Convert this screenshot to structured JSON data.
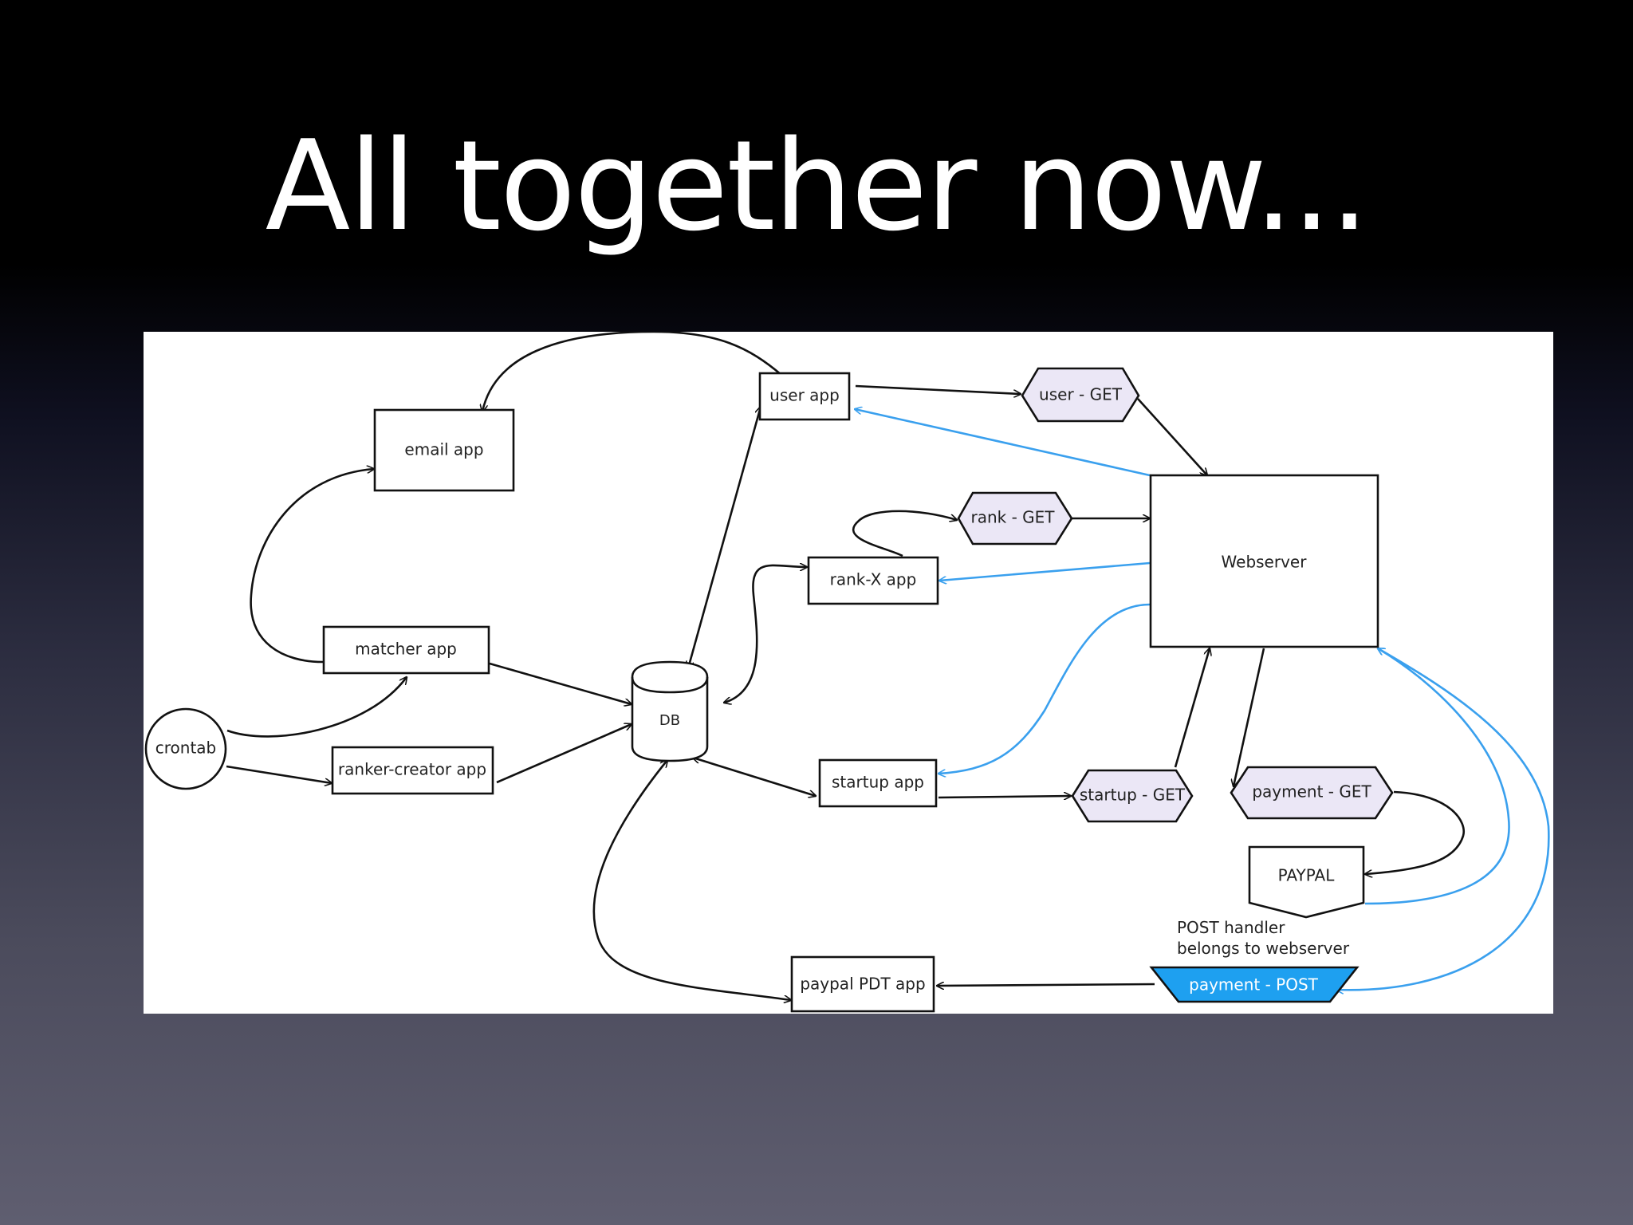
{
  "slide": {
    "title": "All together now..."
  },
  "diagram": {
    "nodes": {
      "email_app": "email app",
      "user_app": "user app",
      "user_get": "user - GET",
      "rank_get": "rank - GET",
      "rank_x_app": "rank-X app",
      "webserver": "Webserver",
      "matcher_app": "matcher app",
      "crontab": "crontab",
      "ranker_creator_app": "ranker-creator app",
      "db": "DB",
      "startup_app": "startup app",
      "startup_get": "startup - GET",
      "payment_get": "payment - GET",
      "paypal": "PAYPAL",
      "payment_post": "payment - POST",
      "paypal_pdt_app": "paypal PDT app"
    },
    "note": {
      "line1": "POST handler",
      "line2": "belongs to webserver"
    },
    "colors": {
      "edge": "#111111",
      "blue_edge": "#3aa0ee",
      "get_fill": "#ebe7f6",
      "post_fill": "#1ea0f0"
    }
  }
}
